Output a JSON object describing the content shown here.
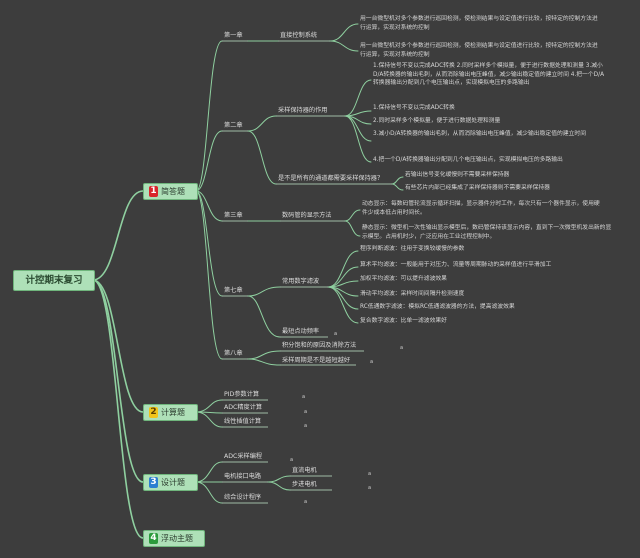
{
  "root": {
    "label": "计控期末复习"
  },
  "categories": [
    {
      "label": "简答题",
      "badge": "1",
      "color": "#d9262c"
    },
    {
      "label": "计算题",
      "badge": "2",
      "color": "#f2c41a"
    },
    {
      "label": "设计题",
      "badge": "3",
      "color": "#2d7fd1"
    },
    {
      "label": "浮动主题",
      "badge": "4",
      "color": "#2b9b3c"
    }
  ],
  "chapters": {
    "ch1": "第一章",
    "ch2": "第二章",
    "ch3": "第三章",
    "ch7": "第七章",
    "ch8": "第八章"
  },
  "topics": {
    "closed_loop": "直接控制系统",
    "sh_role": "采样保持器的作用",
    "sh_need": "是不是所有的通道都需要采样保持器？",
    "digital_display": "数码管的显示方法",
    "digital_filter": "常用数字滤波",
    "overshoot": "最短点动频率",
    "integral_sat": "积分饱和的原因及消除方法",
    "sample_period": "采样周期是不是越短越好",
    "pid_calc": "PID参数计算",
    "adc_calc": "ADC精度计算",
    "linear_calc": "线性插值计算",
    "adc_code": "ADC采样编程",
    "motor_iface": "电机接口电路",
    "dc_motor": "直流电机",
    "stepper_motor": "步进电机",
    "comp_design": "综合设计程序"
  },
  "leaves": {
    "ch1_a": "用一台微型机对多个参数进行巡回检测，使检测结果与设定值进行比较，按特定的控制方法进行运算，实现对系统的控制",
    "ch1_b": "用一台微型机对多个参数进行巡回检测，使检测结果与设定值进行比较，按特定的控制方法进行运算，实现对系统的控制",
    "sh_a": "1.保持信号不变以完成ADC转换 2.同时采样多个模拟量，便于进行数据处理和测量 3.减小D/A转换器的输出毛刺，从而消除输出电压峰值，减少输出稳定值的建立时间 4.把一个D/A转换器输出分配到几个电压输出点，实现模拟电压的多路输出",
    "sh_b": "1.保持信号不变以完成ADC转换",
    "sh_c": "2.同时采样多个模拟量，便于进行数据处理和测量",
    "sh_d": "3.减小D/A转换器的输出毛刺，从而消除输出电压峰值，减少输出稳定值的建立时间",
    "sh_e": "4.把一个D/A转换器输出分配到几个电压输出点，实现模拟电压的多路输出",
    "need_a": "若输出信号变化缓慢则不需要采样保持器",
    "need_b": "有些芯片内部已经集成了采样保持器则不需要采样保持器",
    "disp_a": "动态显示：每数码管轮流显示循环扫描，显示器件分时工作，每次只有一个器件显示，使用硬件少成本低占用时间长。",
    "disp_b": "静态显示：微型机一次性输出显示模型后，数码管保持该显示内容，直到下一次微型机发出新的显示模型。占用机时少，广泛应用在工业过程控制中。",
    "f1": "程序判断滤波：往用于变换较缓慢的参数",
    "f2": "算术平均滤波：一般能用于对压力、流量等周期脉动的采样值进行平滑加工",
    "f3": "加权平均滤波：可以提升滤波效果",
    "f4": "滑动平均滤波：采样时间间隔升检测速度",
    "f5": "RC低通数字滤波：模拟RC低通滤波器的方法，提高滤波效果",
    "f6": "复合数字滤波：比单一滤波效果好",
    "placeholder": "a"
  }
}
